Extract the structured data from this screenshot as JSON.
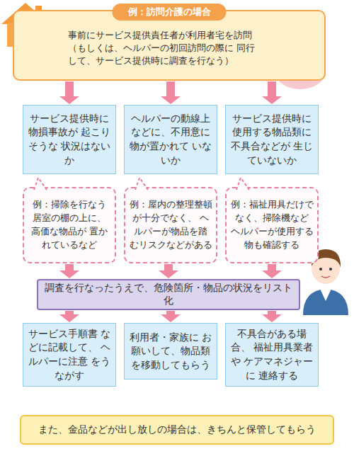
{
  "diagram": {
    "nodes": [
      {
        "text": [
          "例：訪問介護の場合",
          "事前にサービス提供責任者が利用者宅を訪問 （もしくは、ヘルパーの初回訪問の際に 同行して、サービス提供時に調査を行なう）"
        ]
      },
      {
        "text": [
          "サービス提供時に 物損事故が 起こりそうな 状況はないか"
        ]
      },
      {
        "text": [
          "ヘルパーの動線上 などに、不用意に 物が置かれて いないか"
        ]
      },
      {
        "text": [
          "サービス提供時に 使用する物品類に 不具合などが 生じていないか"
        ]
      },
      {
        "text": [
          "例：掃除を行なう 居室の棚の上に、 高価な物品が 置かれているなど"
        ]
      },
      {
        "text": [
          "例：屋内の整理整頓 が十分でなく、 ヘルパーが物品を踏 むリスクなどがある"
        ]
      },
      {
        "text": [
          "例：福祉用具だけで なく、掃除機など ヘルパーが使用する 物も確認する"
        ]
      },
      {
        "text": [
          "調査を行なったうえで、危険箇所・物品の状況をリスト化"
        ]
      },
      {
        "text": [
          "サービス手順書 などに記載して、 ヘルパーに注意 をうながす"
        ]
      },
      {
        "text": [
          "利用者・家族に お願いして、物品類 を移動してもらう"
        ]
      },
      {
        "text": [
          "不具合がある場合、 福祉用具業者や ケアマネジャーに 連絡する"
        ]
      },
      {
        "text": [
          "また、金品などが出し放しの場合は、きちんと保管してもらう"
        ]
      }
    ],
    "edges": [
      {
        "from": 0,
        "to": 1,
        "arrow": "to"
      },
      {
        "from": 0,
        "to": 2,
        "arrow": "to"
      },
      {
        "from": 0,
        "to": 3,
        "arrow": "to"
      },
      {
        "from": 4,
        "to": 7,
        "arrow": "to"
      },
      {
        "from": 5,
        "to": 7,
        "arrow": "to"
      },
      {
        "from": 6,
        "to": 7,
        "arrow": "to"
      },
      {
        "from": 7,
        "to": 8,
        "arrow": "to"
      },
      {
        "from": 7,
        "to": 9,
        "arrow": "to"
      },
      {
        "from": 7,
        "to": 10,
        "arrow": "to"
      }
    ]
  }
}
